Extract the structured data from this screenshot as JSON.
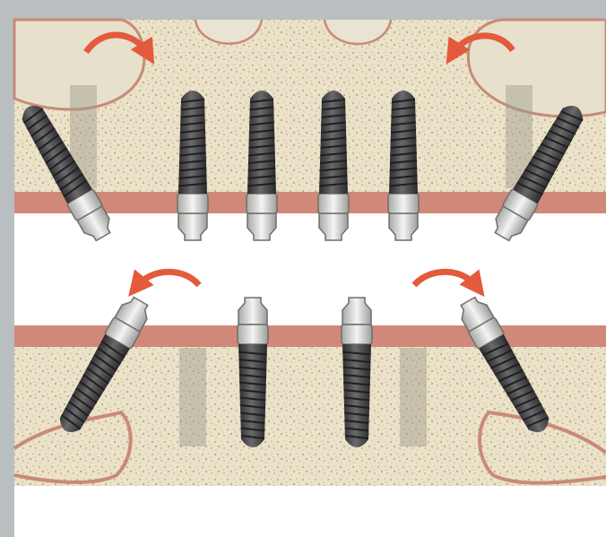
{
  "colors": {
    "frame_gray": "#b9bec0",
    "bone_cream": "#ece1c9",
    "bone_speckle": "#b9b48a",
    "gum_band": "#d08978",
    "sinus_line": "#c88a78",
    "arrow_red": "#e35a3c",
    "implant_dark": "#3c3c3e",
    "implant_thread": "#5a5a5c",
    "abutment_silver": "#d8d8d6",
    "shadow_gray": "#9b9b8c",
    "white_gap": "#ffffff"
  },
  "upper_arch": {
    "implants": [
      {
        "position": "posterior-left",
        "orientation": "tilted"
      },
      {
        "position": "anterior-left-2",
        "orientation": "straight"
      },
      {
        "position": "anterior-left-1",
        "orientation": "straight"
      },
      {
        "position": "anterior-right-1",
        "orientation": "straight"
      },
      {
        "position": "anterior-right-2",
        "orientation": "straight"
      },
      {
        "position": "posterior-right",
        "orientation": "tilted"
      }
    ],
    "arrows": [
      {
        "side": "left",
        "icon": "curved-arrow-icon"
      },
      {
        "side": "right",
        "icon": "curved-arrow-icon"
      }
    ]
  },
  "lower_arch": {
    "implants": [
      {
        "position": "posterior-left",
        "orientation": "tilted"
      },
      {
        "position": "anterior-left",
        "orientation": "straight"
      },
      {
        "position": "anterior-right",
        "orientation": "straight"
      },
      {
        "position": "posterior-right",
        "orientation": "tilted"
      }
    ],
    "arrows": [
      {
        "side": "left",
        "icon": "curved-arrow-icon"
      },
      {
        "side": "right",
        "icon": "curved-arrow-icon"
      }
    ]
  }
}
